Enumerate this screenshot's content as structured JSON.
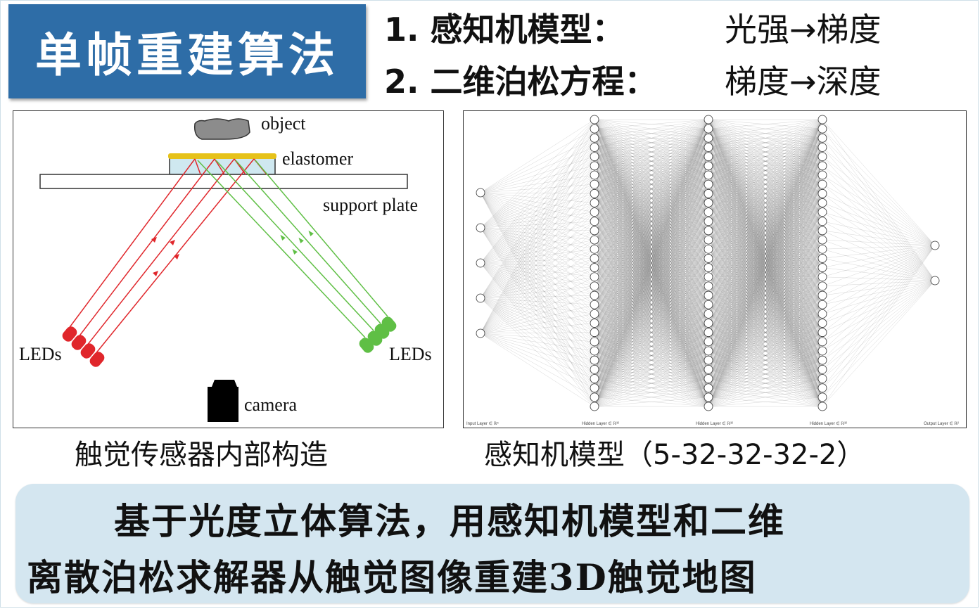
{
  "title": "单帧重建算法",
  "steps": [
    {
      "label": "1. 感知机模型：",
      "flow": "光强→梯度"
    },
    {
      "label": "2. 二维泊松方程：",
      "flow": "梯度→深度"
    }
  ],
  "sensor_diagram": {
    "labels": {
      "object": "object",
      "elastomer": "elastomer",
      "support_plate": "support plate",
      "leds_left": "LEDs",
      "leds_right": "LEDs",
      "camera": "camera"
    },
    "colors": {
      "red": "#e0262b",
      "green": "#5fbf45",
      "gel": "#e6c21a",
      "object": "#8c8c8c"
    }
  },
  "nn_diagram": {
    "layers": [
      5,
      32,
      32,
      32,
      2
    ],
    "layer_labels": [
      "Input Layer ∈ ℝ⁵",
      "Hidden Layer ∈ ℝ³²",
      "Hidden Layer ∈ ℝ³²",
      "Hidden Layer ∈ ℝ³²",
      "Output Layer ∈ ℝ²"
    ]
  },
  "captions": {
    "sensor": "触觉传感器内部构造",
    "nn": "感知机模型（5-32-32-32-2）"
  },
  "summary": {
    "line1": "基于光度立体算法，用感知机模型和二维",
    "line2": "离散泊松求解器从触觉图像重建3D触觉地图"
  }
}
